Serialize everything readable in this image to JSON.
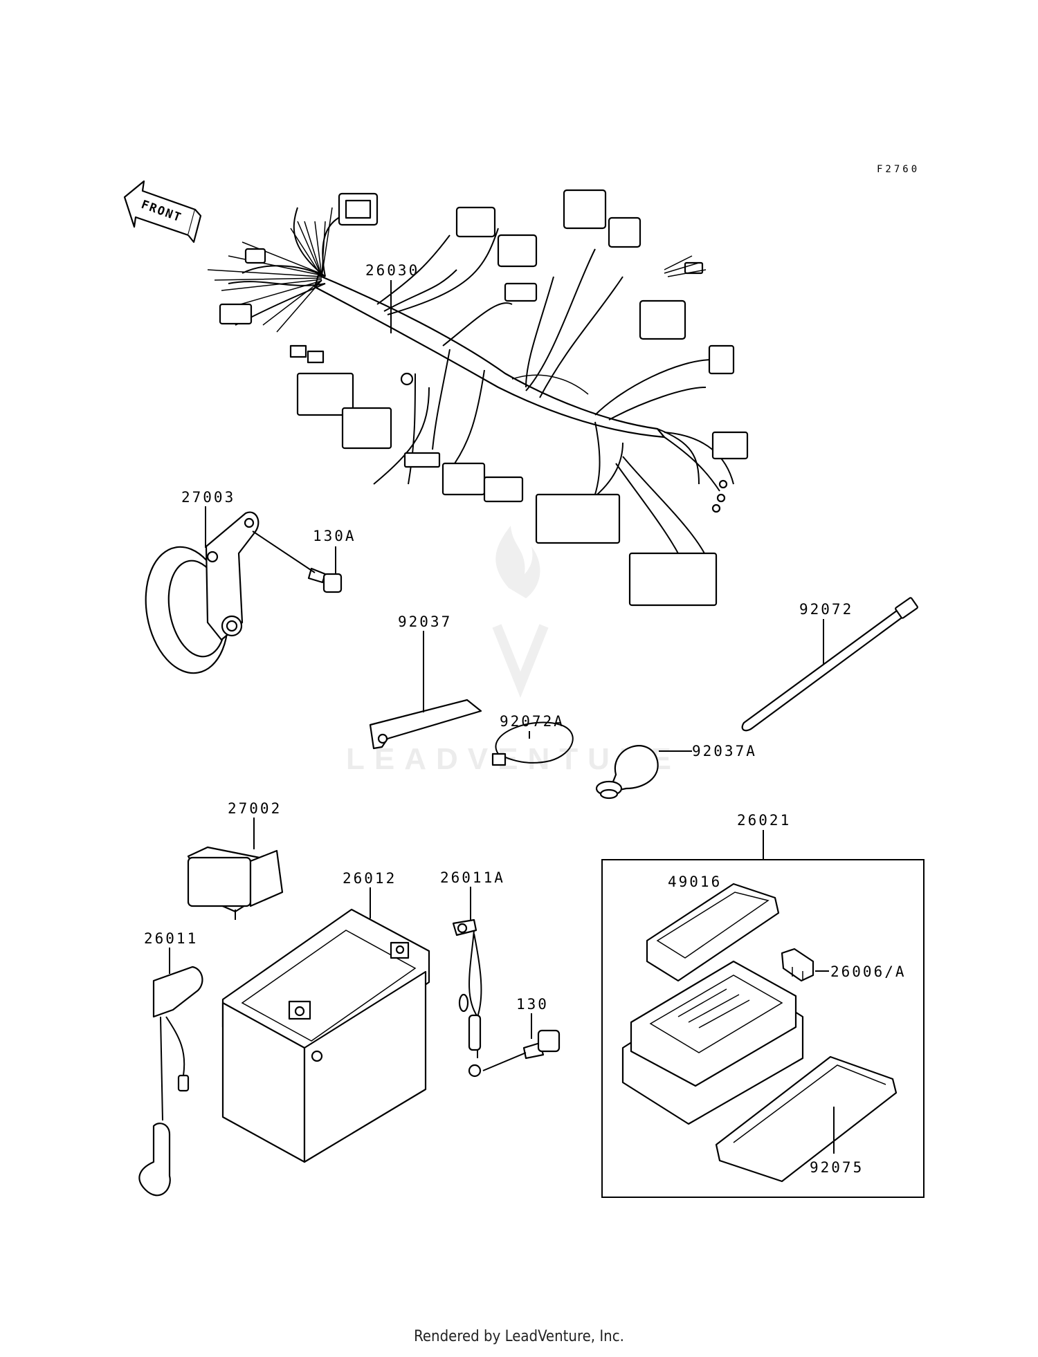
{
  "figure_code": "F2760",
  "front_label": "FRONT",
  "watermark": "LEADVENTURE",
  "footer": "Rendered by LeadVenture, Inc.",
  "parts": {
    "p26030": "26030",
    "p27003": "27003",
    "p130A": "130A",
    "p92037": "92037",
    "p92072": "92072",
    "p92072A": "92072A",
    "p92037A": "92037A",
    "p27002": "27002",
    "p26012": "26012",
    "p26011A": "26011A",
    "p26011": "26011",
    "p130": "130",
    "p26021": "26021",
    "p49016": "49016",
    "p26006A": "26006/A",
    "p92075": "92075"
  }
}
